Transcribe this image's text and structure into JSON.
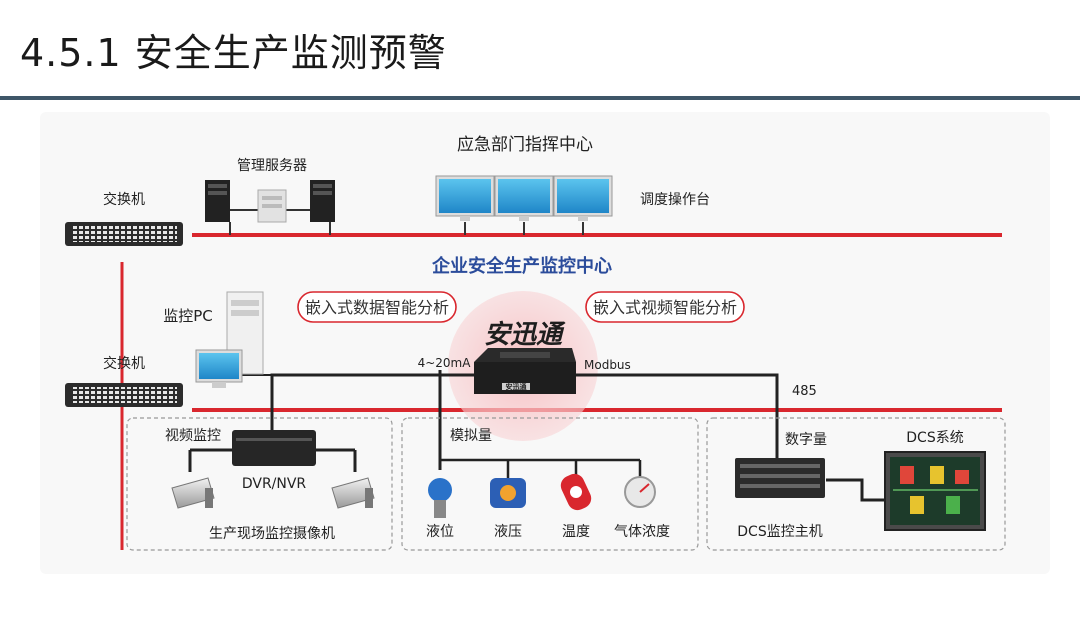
{
  "slide": {
    "title": "4.5.1 安全生产监测预警"
  },
  "diagram": {
    "emergency_center": "应急部门指挥中心",
    "mgmt_server": "管理服务器",
    "switch_top": "交换机",
    "dispatch_console": "调度操作台",
    "enterprise_center": "企业安全生产监控中心",
    "embedded_data": "嵌入式数据智能分析",
    "embedded_video": "嵌入式视频智能分析",
    "monitor_pc": "监控PC",
    "switch_mid": "交换机",
    "brand": "安迅通",
    "device_brand": "安迅通",
    "analog_signal": "4~20mA",
    "modbus": "Modbus",
    "rs485": "485",
    "video_monitor": "视频监控",
    "dvr": "DVR/NVR",
    "cameras": "生产现场监控摄像机",
    "analog": "模拟量",
    "level": "液位",
    "pressure": "液压",
    "temperature": "温度",
    "gas": "气体浓度",
    "digital": "数字量",
    "dcs_system": "DCS系统",
    "dcs_host": "DCS监控主机"
  },
  "colors": {
    "accent_red": "#d9272e",
    "title_bar": "#3e5668",
    "blue_text": "#2b4c9b"
  }
}
